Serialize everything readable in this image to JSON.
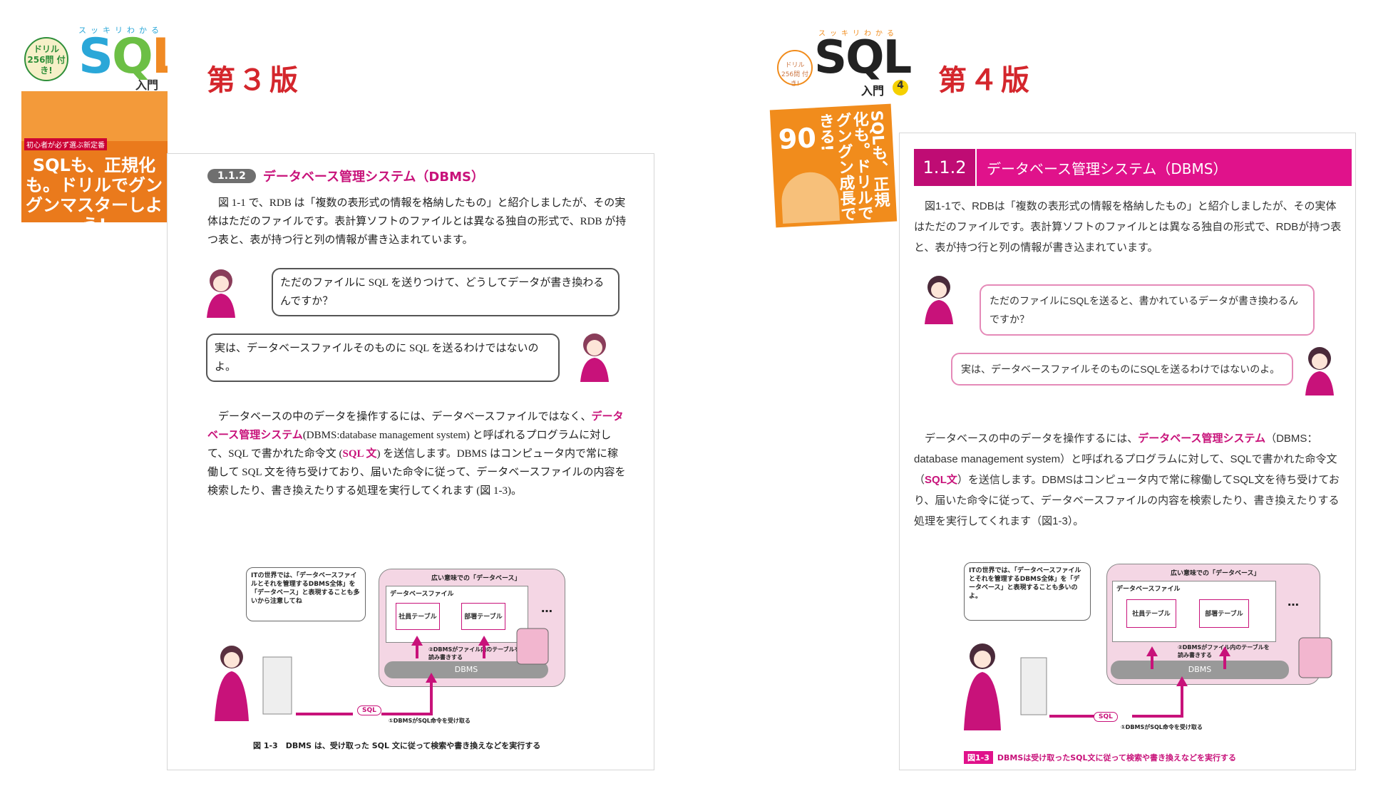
{
  "left": {
    "edition": "第３版",
    "cover": {
      "drill": "ドリル 256問 付き!",
      "brand_kana": "スッキリわかる",
      "brand": "SQL",
      "subtitle": "入門",
      "tagline": "初心者が必ず選ぶ新定番",
      "headline": "SQLも、正規化も。ドリルでグングンマスターしよう!"
    },
    "section_number": "1.1.2",
    "section_title": "データベース管理システム（DBMS）",
    "paragraph1": "図 1-1 で、RDB は「複数の表形式の情報を格納したもの」と紹介しましたが、その実体はただのファイルです。表計算ソフトのファイルとは異なる独自の形式で、RDB が持つ表と、表が持つ行と列の情報が書き込まれています。",
    "bubble_q": "ただのファイルに SQL を送りつけて、どうしてデータが書き換わるんですか？",
    "bubble_a": "実は、データベースファイルそのものに SQL を送るわけではないのよ。",
    "para2_a": "データベースの中のデータを操作するには、データベースファイルではなく、",
    "para2_em1": "データベース管理システム",
    "para2_b": "(DBMS:database management system) と呼ばれるプログラムに対して、SQL で書かれた命令文 (",
    "para2_em2": "SQL 文",
    "para2_c": ") を送信します。DBMS はコンピュータ内で常に稼働して SQL 文を待ち受けており、届いた命令に従って、データベースファイルの内容を検索したり、書き換えたりする処理を実行してくれます (図 1-3)。",
    "diagram": {
      "note": "ITの世界では、「データベースファイルとそれを管理するDBMS全体」を「データベース」と表現することも多いから注意してね",
      "db_label": "広い意味での「データベース」",
      "file_label": "データベースファイル",
      "table1": "社員テーブル",
      "table2": "部署テーブル",
      "dots": "…",
      "step2": "②DBMSがファイル内のテーブルを読み書きする",
      "dbms": "DBMS",
      "sql": "SQL",
      "step1": "①DBMSがSQL命令を受け取る"
    },
    "caption": "図 1-3　DBMS は、受け取った SQL 文に従って検索や書き換えなどを実行する"
  },
  "right": {
    "edition": "第４版",
    "cover": {
      "brand_kana": "スッキリわかる",
      "brand": "SQL",
      "subtitle": "入門",
      "edition_badge": "第4版",
      "drill": "ドリル 256問 付き!",
      "stat": "90",
      "headline": "SQLも、正規化も。ドリルでグングン成長できる!"
    },
    "section_number": "1.1.2",
    "section_title": "データベース管理システム（DBMS）",
    "paragraph1": "図1-1で、RDBは「複数の表形式の情報を格納したもの」と紹介しましたが、その実体はただのファイルです。表計算ソフトのファイルとは異なる独自の形式で、RDBが持つ表と、表が持つ行と列の情報が書き込まれています。",
    "bubble_q": "ただのファイルにSQLを送ると、書かれているデータが書き換わるんですか？",
    "bubble_a": "実は、データベースファイルそのものにSQLを送るわけではないのよ。",
    "para2_a": "データベースの中のデータを操作するには、",
    "para2_em1": "データベース管理システム",
    "para2_b": "（DBMS：database management system）と呼ばれるプログラムに対して、SQLで書かれた命令文（",
    "para2_em2": "SQL文",
    "para2_c": "）を送信します。DBMSはコンピュータ内で常に稼働してSQL文を待ち受けており、届いた命令に従って、データベースファイルの内容を検索したり、書き換えたりする処理を実行してくれます（図1-3）。",
    "diagram": {
      "note": "ITの世界では、「データベースファイルとそれを管理するDBMS全体」を「データベース」と表現することも多いのよ。",
      "db_label": "広い意味での「データベース」",
      "file_label": "データベースファイル",
      "table1": "社員テーブル",
      "table2": "部署テーブル",
      "dots": "…",
      "step2": "②DBMSがファイル内のテーブルを読み書きする",
      "dbms": "DBMS",
      "sql": "SQL",
      "step1": "①DBMSがSQL命令を受け取る"
    },
    "caption_tag": "図1-3",
    "caption": "DBMSは受け取ったSQL文に従って検索や書き換えなどを実行する"
  }
}
